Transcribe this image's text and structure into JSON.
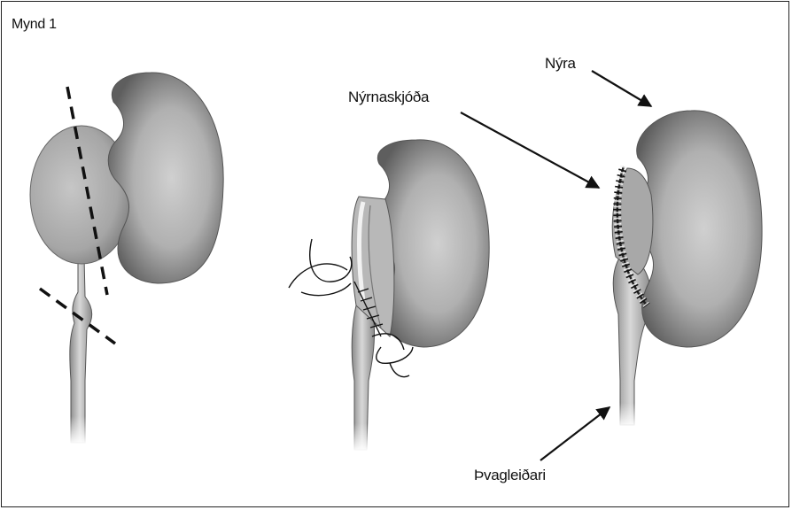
{
  "figure": {
    "title": "Mynd 1",
    "labels": {
      "kidney": "Nýra",
      "renal_pelvis": "Nýrnaskjóða",
      "ureter": "Þvagleiðari"
    },
    "panels": [
      {
        "name": "before-surgery",
        "elements": [
          "kidney",
          "dilated-renal-pelvis",
          "ureter",
          "cut-lines"
        ]
      },
      {
        "name": "during-surgery",
        "elements": [
          "kidney",
          "opened-renal-pelvis",
          "ureter",
          "sutures"
        ]
      },
      {
        "name": "after-surgery",
        "elements": [
          "kidney",
          "sutured-renal-pelvis",
          "ureter"
        ]
      }
    ],
    "colors": {
      "background": "#ffffff",
      "line": "#111111",
      "kidney_dark": "#6e6e6e",
      "kidney_light": "#c4c4c4"
    }
  }
}
